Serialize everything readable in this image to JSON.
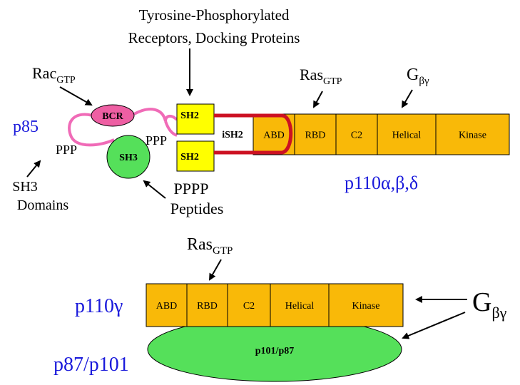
{
  "top_receptors": {
    "line1": "Tyrosine-Phosphorylated",
    "line2": "Receptors, Docking Proteins"
  },
  "rac": {
    "main": "Rac",
    "sub": "GTP"
  },
  "ras_top": {
    "main": "Ras",
    "sub": "GTP"
  },
  "gbg_top": {
    "main": "G",
    "sub": "βγ"
  },
  "p85_label": "p85",
  "ppp_left": "PPP",
  "ppp_right": "PPP",
  "bcr": "BCR",
  "sh3": "SH3",
  "sh2_top": "SH2",
  "sh2_bottom": "SH2",
  "ish2": "iSH2",
  "sh3_domains": {
    "line1": "SH3",
    "line2": "Domains"
  },
  "pppp": {
    "line1": "PPPP",
    "line2": "Peptides"
  },
  "p110abd_label": "p110α,β,δ",
  "p110abd_domains": [
    "ABD",
    "RBD",
    "C2",
    "Helical",
    "Kinase"
  ],
  "ras_bottom": {
    "main": "Ras",
    "sub": "GTP"
  },
  "p110g_label": "p110γ",
  "p110g_domains": [
    "ABD",
    "RBD",
    "C2",
    "Helical",
    "Kinase"
  ],
  "gbg_bottom": {
    "main": "G",
    "sub": "βγ"
  },
  "p87_label": "p87/p101",
  "p101_ellipse": "p101/p87",
  "colors": {
    "domain": "#f9b908",
    "bcr": "#ee5fa3",
    "sh3": "#55e05a",
    "sh2": "#ffff00",
    "linker": "#f06bb7",
    "ish2": "#cc1122",
    "label_blue": "#1a1adb",
    "p101": "#55e05a"
  }
}
